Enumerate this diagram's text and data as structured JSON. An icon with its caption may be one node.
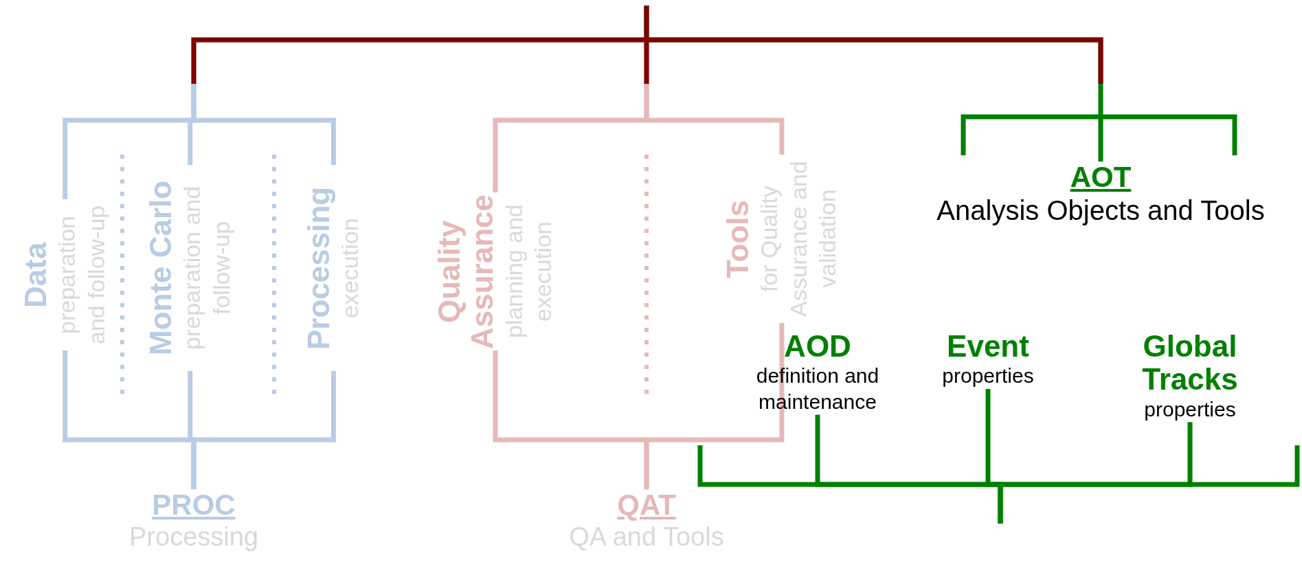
{
  "diagram": {
    "nodes": [
      {
        "text": [
          "PROC",
          "Processing"
        ]
      },
      {
        "text": [
          "Data",
          "preparation and follow-up"
        ]
      },
      {
        "text": [
          "Monte Carlo",
          "preparation and follow-up"
        ]
      },
      {
        "text": [
          "Processing",
          "execution"
        ]
      },
      {
        "text": [
          "QAT",
          "QA and Tools"
        ]
      },
      {
        "text": [
          "Quality Assurance",
          "planning and execution"
        ]
      },
      {
        "text": [
          "Tools",
          "for Quality Assurance and validation"
        ]
      },
      {
        "text": [
          "AOT",
          "Analysis Objects and Tools"
        ]
      },
      {
        "text": [
          "AOD",
          "definition and maintenance"
        ]
      },
      {
        "text": [
          "Event",
          "properties"
        ]
      },
      {
        "text": [
          "Global Tracks",
          "properties"
        ]
      }
    ],
    "edges": [
      {
        "from": null,
        "to": 1,
        "arrow": "none",
        "color": "#b8cce4"
      },
      {
        "from": null,
        "to": 2,
        "arrow": "none",
        "color": "#b8cce4"
      },
      {
        "from": null,
        "to": 3,
        "arrow": "none",
        "color": "#b8cce4"
      },
      {
        "from": null,
        "to": 5,
        "arrow": "none",
        "color": "#e6b9b8"
      },
      {
        "from": null,
        "to": 6,
        "arrow": "none",
        "color": "#e6b9b8"
      },
      {
        "from": null,
        "to": 7,
        "arrow": "none",
        "color": "#008000"
      },
      {
        "from": 0,
        "to": 1,
        "arrow": "none",
        "color": "#b8cce4"
      },
      {
        "from": 0,
        "to": 2,
        "arrow": "none",
        "color": "#b8cce4"
      },
      {
        "from": 0,
        "to": 3,
        "arrow": "none",
        "color": "#b8cce4"
      },
      {
        "from": 4,
        "to": 5,
        "arrow": "none",
        "color": "#e6b9b8"
      },
      {
        "from": 4,
        "to": 6,
        "arrow": "none",
        "color": "#e6b9b8"
      },
      {
        "from": 8,
        "to": null,
        "arrow": "none",
        "color": "#008000"
      },
      {
        "from": 9,
        "to": null,
        "arrow": "none",
        "color": "#008000"
      },
      {
        "from": 10,
        "to": null,
        "arrow": "none",
        "color": "#008000"
      }
    ]
  }
}
